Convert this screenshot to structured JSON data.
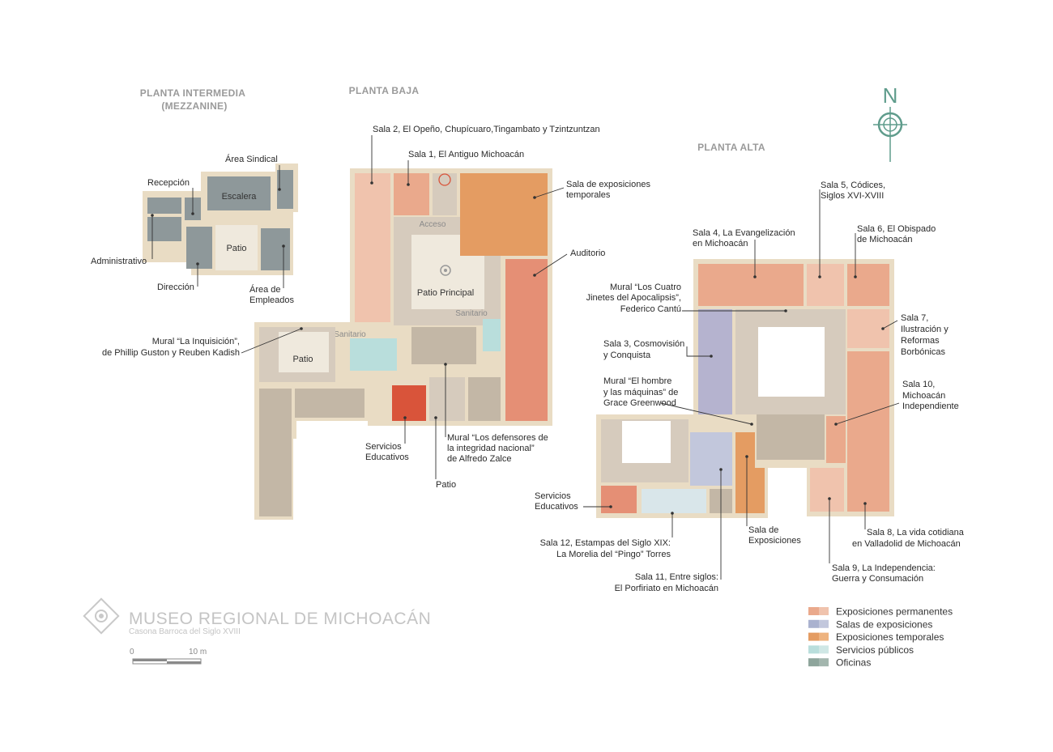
{
  "colors": {
    "wall": "#e9dcc4",
    "permanent": "#eaa98c",
    "permanent_light": "#f0c3ad",
    "permanent_dark": "#e58f75",
    "salas": "#b5b3cf",
    "temporal": "#e49c62",
    "publicos": "#b9dedc",
    "oficinas": "#8ea59c",
    "admin": "#8e989a",
    "circ": "#d6cbbd",
    "circ_dark": "#c3b7a6",
    "patio": "#efe9dd",
    "accent_red": "#d9543a"
  },
  "headings": {
    "mezzanine": "PLANTA INTERMEDIA",
    "mezzanine_sub": "(MEZZANINE)",
    "baja": "PLANTA BAJA",
    "alta": "PLANTA ALTA",
    "north": "N"
  },
  "mezzanine": {
    "escalera": "Escalera",
    "patio": "Patio",
    "labels": {
      "area_sindical": "Área Sindical",
      "recepcion": "Recepción",
      "administrativo": "Administrativo",
      "direccion": "Dirección",
      "area_empleados_1": "Área de",
      "area_empleados_2": "Empleados"
    }
  },
  "baja": {
    "acceso": "Acceso",
    "patio_principal": "Patio Principal",
    "patio": "Patio",
    "sanitario_1": "Sanitario",
    "sanitario_2": "Sanitario",
    "labels": {
      "sala2": "Sala 2, El Opeño, Chupícuaro,Tingambato y Tzintzuntzan",
      "sala1": "Sala 1, El Antiguo Michoacán",
      "sala_temp_1": "Sala de exposiciones",
      "sala_temp_2": "temporales",
      "auditorio": "Auditorio",
      "mural_inq_1": "Mural “La Inquisición”,",
      "mural_inq_2": "de Phillip Guston y Reuben Kadish",
      "serv_edu_1": "Servicios",
      "serv_edu_2": "Educativos",
      "mural_def_1": "Mural “Los defensores de",
      "mural_def_2": "la integridad nacional”",
      "mural_def_3": "de Alfredo Zalce",
      "patio_lbl": "Patio"
    }
  },
  "alta": {
    "labels": {
      "sala5_1": "Sala 5, Códices,",
      "sala5_2": "Siglos XVI-XVIII",
      "sala4_1": "Sala 4, La Evangelización",
      "sala4_2": "en Michoacán",
      "sala6_1": "Sala 6, El Obispado",
      "sala6_2": "de Michoacán",
      "mural_jin_1": "Mural “Los Cuatro",
      "mural_jin_2": "Jinetes del Apocalipsis”,",
      "mural_jin_3": "Federico Cantú",
      "sala7_1": "Sala 7,",
      "sala7_2": "Ilustración y",
      "sala7_3": "Reformas",
      "sala7_4": "Borbónicas",
      "sala3_1": "Sala 3, Cosmovisión",
      "sala3_2": "y Conquista",
      "mural_hom_1": "Mural “El hombre",
      "mural_hom_2": "y las máquinas” de",
      "mural_hom_3": "Grace Greenwood",
      "sala10_1": "Sala 10,",
      "sala10_2": "Michoacán",
      "sala10_3": "Independiente",
      "serv_edu_1": "Servicios",
      "serv_edu_2": "Educativos",
      "sala12_1": "Sala 12, Estampas del Siglo XIX:",
      "sala12_2": "La Morelia del “Pingo” Torres",
      "sala_exp_1": "Sala de",
      "sala_exp_2": "Exposiciones",
      "sala8_1": "Sala 8, La vida cotidiana",
      "sala8_2": "en Valladolid de Michoacán",
      "sala9_1": "Sala 9, La Independencia:",
      "sala9_2": "Guerra y Consumación",
      "sala11_1": "Sala 11, Entre siglos:",
      "sala11_2": "El Porfiriato en Michoacán"
    }
  },
  "logo": {
    "title": "MUSEO REGIONAL DE MICHOACÁN",
    "subtitle": "Casona Barroca del Siglo XVIII"
  },
  "scale": {
    "zero": "0",
    "ten": "10 m"
  },
  "legend": [
    {
      "label": "Exposiciones permanentes",
      "color": "#eaa98c",
      "color2": "#f0c3ad"
    },
    {
      "label": "Salas de exposiciones",
      "color": "#aab2cf",
      "color2": "#c2c7dc"
    },
    {
      "label": "Exposiciones temporales",
      "color": "#e49c62",
      "color2": "#eeb37f"
    },
    {
      "label": "Servicios públicos",
      "color": "#b9dedc",
      "color2": "#cfe7e5"
    },
    {
      "label": "Oficinas",
      "color": "#8ea59c",
      "color2": "#a3b6ae"
    }
  ]
}
